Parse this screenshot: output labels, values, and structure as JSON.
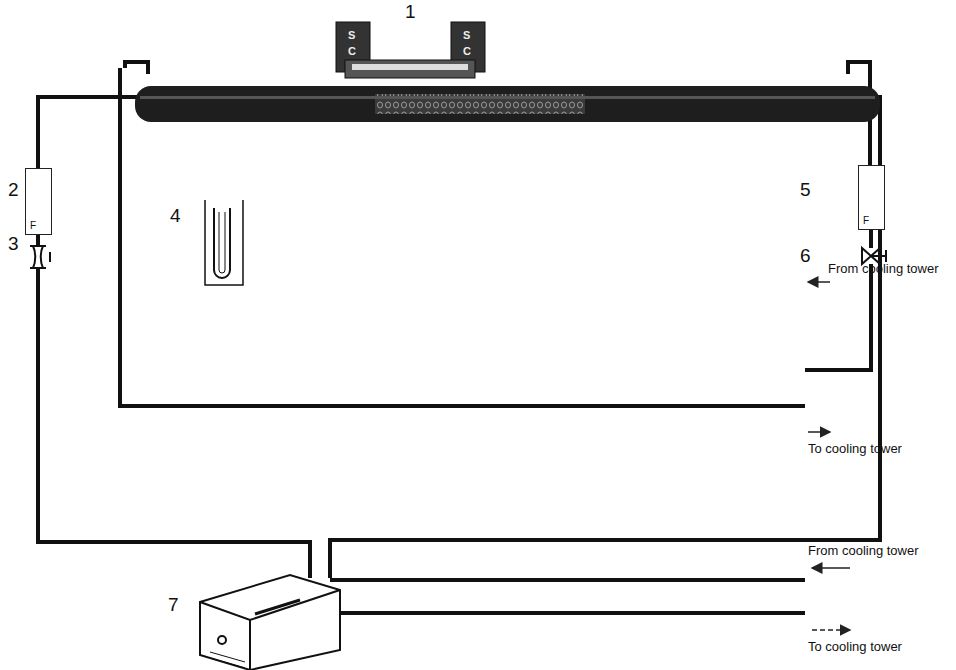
{
  "diagram": {
    "nodes": [
      {
        "text": [
          "F"
        ]
      },
      {
        "text": [
          "F"
        ]
      }
    ],
    "labels": [
      "1",
      "2",
      "3",
      "4",
      "5",
      "6",
      "7",
      "S",
      "C",
      "S",
      "C",
      "From cooling tower",
      "To cooling tower",
      "From cooling tower",
      "To cooling tower"
    ]
  }
}
